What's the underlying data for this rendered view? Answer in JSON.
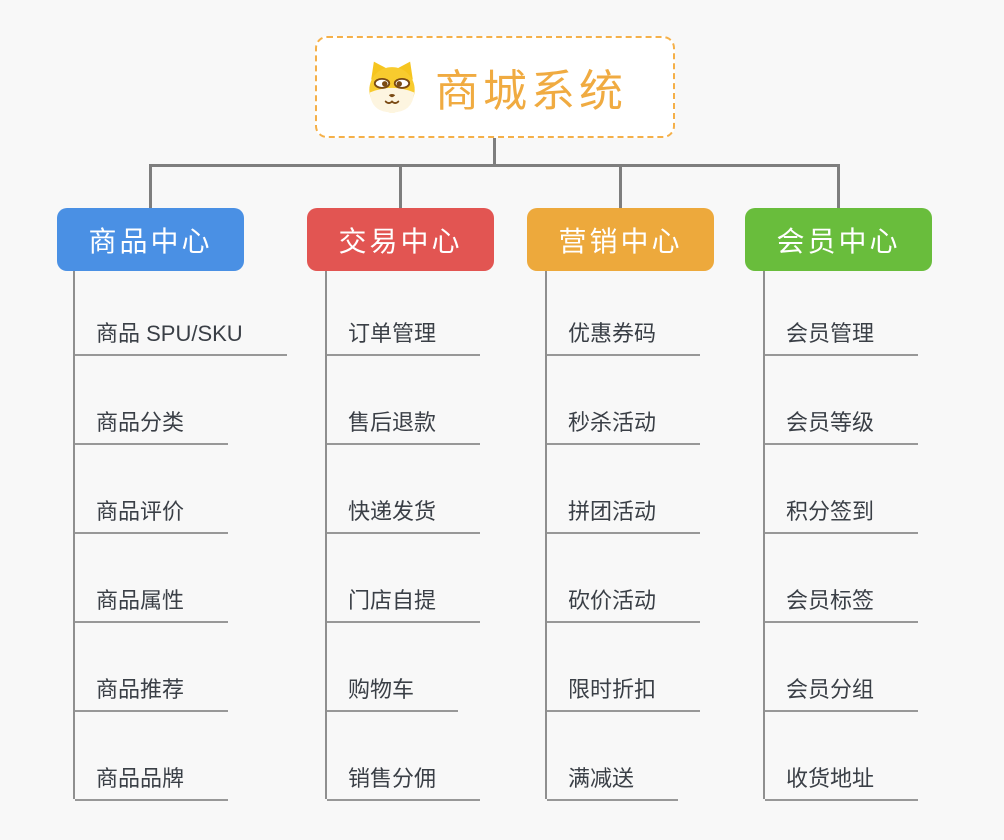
{
  "page": {
    "background": "#f8f8f8",
    "connector_color": "#7e7e7e",
    "child_line_color": "#939393",
    "child_text_color": "#3a3f46"
  },
  "root": {
    "label": "商城系统",
    "icon": "dog-face-icon",
    "text_color": "#f0ab41",
    "border_color": "#f5b049",
    "background": "#ffffff"
  },
  "branches": [
    {
      "label": "商品中心",
      "color": "#4a90e4",
      "children": [
        "商品 SPU/SKU",
        "商品分类",
        "商品评价",
        "商品属性",
        "商品推荐",
        "商品品牌"
      ]
    },
    {
      "label": "交易中心",
      "color": "#e25552",
      "children": [
        "订单管理",
        "售后退款",
        "快递发货",
        "门店自提",
        "购物车",
        "销售分佣"
      ]
    },
    {
      "label": "营销中心",
      "color": "#eda93c",
      "children": [
        "优惠券码",
        "秒杀活动",
        "拼团活动",
        "砍价活动",
        "限时折扣",
        "满减送"
      ]
    },
    {
      "label": "会员中心",
      "color": "#69bd3c",
      "children": [
        "会员管理",
        "会员等级",
        "积分签到",
        "会员标签",
        "会员分组",
        "收货地址"
      ]
    }
  ]
}
